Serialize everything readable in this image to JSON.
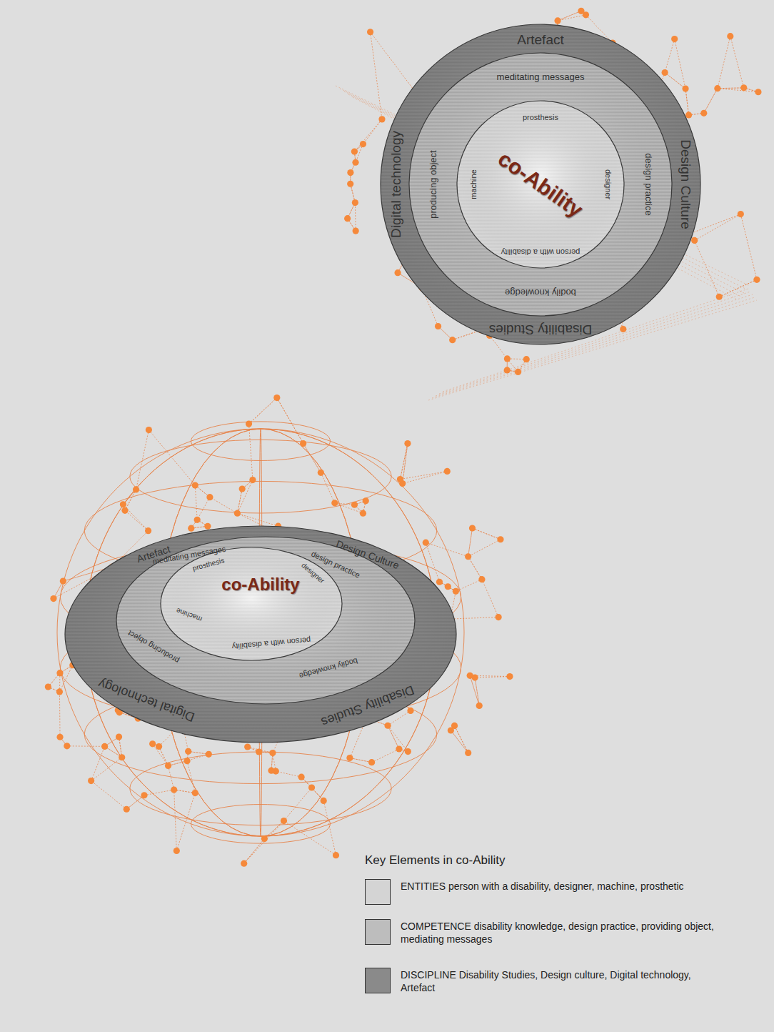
{
  "diagram": {
    "nodes": [
      {
        "text": [
          "Artefact",
          "Design Culture",
          "Disability Studies",
          "Digital technology"
        ]
      },
      {
        "text": [
          "meditating messages",
          "design practice",
          "bodily knowledge",
          "producing object"
        ],
        "in": 0
      },
      {
        "text": [
          "co-Ability",
          "prosthesis",
          "designer",
          "person with a disability",
          "machine"
        ],
        "in": 1
      },
      {
        "text": [
          "Artefact",
          "Design Culture",
          "Disability Studies",
          "Digital technology"
        ]
      },
      {
        "text": [
          "meditating messages",
          "design practice",
          "bodily knowledge",
          "producing object"
        ],
        "in": 3
      },
      {
        "text": [
          "co-Ability",
          "prosthesis",
          "designer",
          "person with a disability",
          "machine"
        ],
        "in": 4
      }
    ],
    "labels": [
      "Key Elements in co-Ability"
    ],
    "legend": [
      {
        "text": "ENTITIES person with a disability, designer, machine, prosthetic",
        "color": "#d4d4d4"
      },
      {
        "text": "COMPETENCE disability knowledge, design practice, providing object, mediating messages",
        "color": "#bdbdbd"
      },
      {
        "text": "DISCIPLINE Disability Studies, Design culture, Digital technology, Artefact",
        "color": "#8a8a8a"
      }
    ]
  }
}
